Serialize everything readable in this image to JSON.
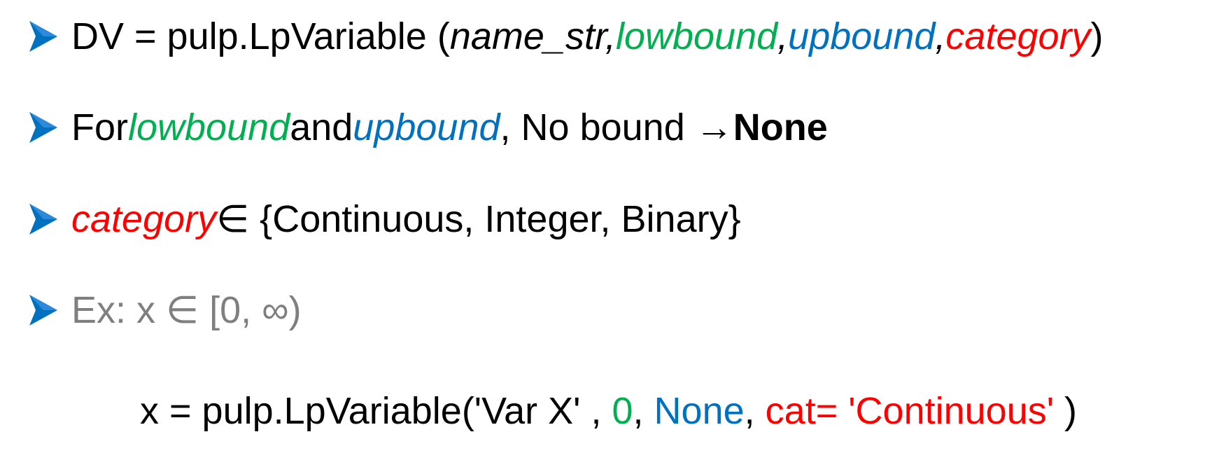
{
  "colors": {
    "green": "#00b050",
    "blue": "#0070c0",
    "red": "#ff0000",
    "gray": "#7f7f7f",
    "bullet": "#0070c0",
    "text": "#000000"
  },
  "bullet_icon": "arrowhead-bullet-icon",
  "line1": {
    "prefix": "DV = pulp.LpVariable ( ",
    "name_str": "name_str,",
    "sep1": " ",
    "lowbound": "lowbound",
    "comma1": ",",
    "sep2": " ",
    "upbound": "upbound",
    "comma2": ",",
    "sep3": " ",
    "category": "category",
    "suffix": ")"
  },
  "line2": {
    "prefix": "For ",
    "lowbound": "lowbound",
    "and": " and ",
    "upbound": "upbound",
    "middle": ", No bound  → ",
    "none": "None"
  },
  "line3": {
    "category": "category",
    "rest": "  ∈ {Continuous, Integer, Binary}"
  },
  "line4": {
    "text": "Ex: x  ∈ [0,  ∞)"
  },
  "code": {
    "prefix": "x = pulp.LpVariable('Var X' , ",
    "zero": "0",
    "comma1": ", ",
    "none": "None",
    "comma2": ", ",
    "cat": "cat= 'Continuous'",
    "suffix": " )"
  }
}
